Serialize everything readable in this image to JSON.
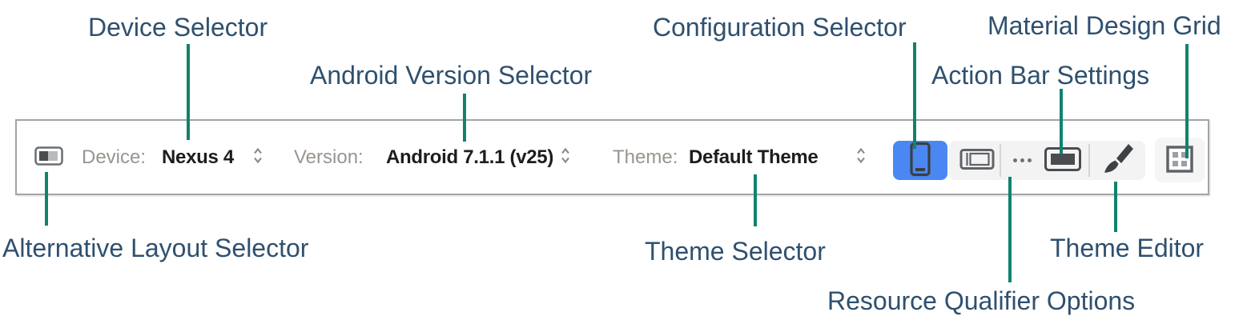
{
  "annotations": {
    "device_selector": {
      "label": "Device Selector"
    },
    "android_version_selector": {
      "label": "Android Version Selector"
    },
    "configuration_selector": {
      "label": "Configuration Selector"
    },
    "material_design_grid": {
      "label": "Material Design Grid"
    },
    "action_bar_settings": {
      "label": "Action Bar Settings"
    },
    "alternative_layout_selector": {
      "label": "Alternative Layout Selector"
    },
    "theme_selector": {
      "label": "Theme Selector"
    },
    "theme_editor": {
      "label": "Theme Editor"
    },
    "resource_qualifier_options": {
      "label": "Resource Qualifier Options"
    }
  },
  "toolbar": {
    "device": {
      "label": "Device:",
      "value": "Nexus 4"
    },
    "version": {
      "label": "Version:",
      "value": "Android 7.1.1 (v25)"
    },
    "theme": {
      "label": "Theme:",
      "value": "Default Theme"
    },
    "icons": {
      "alternative_layout": "alternative-layout-icon",
      "portrait_config": "phone-portrait-icon",
      "landscape_config": "phone-landscape-icon",
      "resource_qualifiers": "ellipsis-icon",
      "action_bar": "action-bar-icon",
      "theme_editor": "paintbrush-icon",
      "material_grid": "grid-icon",
      "dropdown_stepper": "up-down-stepper-icon"
    }
  },
  "colors": {
    "annotation_text": "#2f506f",
    "connector_line": "#10836e",
    "selected_button": "#4b87f2",
    "toolbar_border": "#a3a3a7",
    "muted_label": "#9a948f",
    "value_text": "#1d1d1d",
    "button_background": "#f3f3f4"
  }
}
